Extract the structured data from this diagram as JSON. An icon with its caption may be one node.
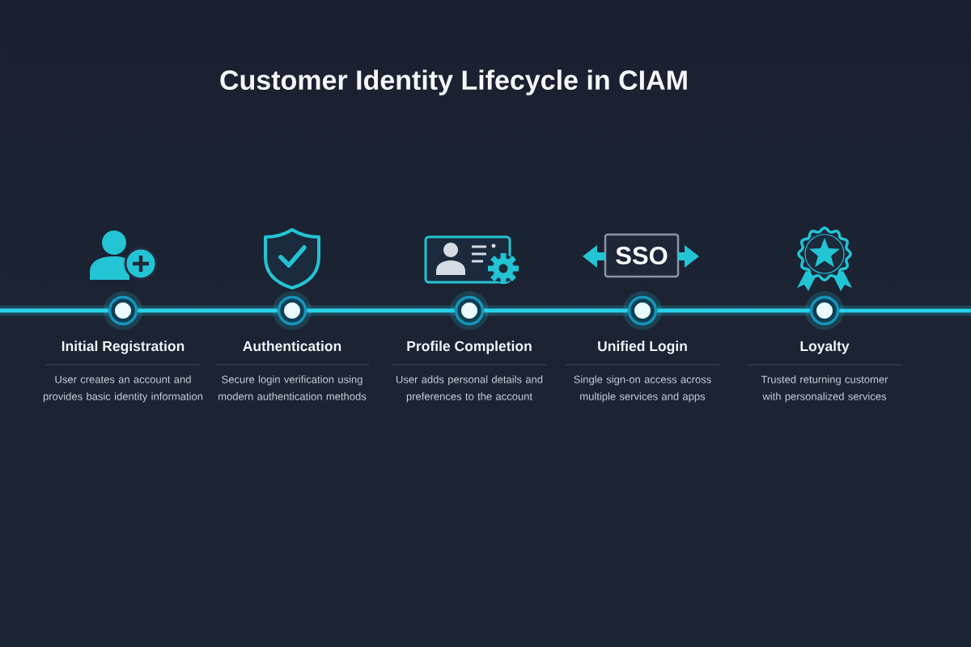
{
  "diagram": {
    "title": "Customer Identity Lifecycle in CIAM",
    "nodes": [
      {
        "text": [],
        "shape": "circle",
        "beside": [
          "Initial Registration",
          "User creates an account and provides basic identity information"
        ]
      },
      {
        "text": [],
        "shape": "circle",
        "beside": [
          "Authentication",
          "Secure login verification using modern authentication methods"
        ]
      },
      {
        "text": [],
        "shape": "circle",
        "beside": [
          "Profile Completion",
          "User adds personal details and preferences to the account"
        ]
      },
      {
        "text": [],
        "shape": "circle",
        "beside": [
          "Unified Login",
          "Single sign-on access across multiple services and apps"
        ]
      },
      {
        "text": [],
        "shape": "circle",
        "beside": [
          "Loyalty",
          "Trusted returning customer with personalized services"
        ]
      }
    ],
    "edges": [
      {
        "from": null,
        "to": 0,
        "arrow": "none"
      },
      {
        "from": 0,
        "to": 1,
        "arrow": "none"
      },
      {
        "from": 1,
        "to": 2,
        "arrow": "none"
      },
      {
        "from": 2,
        "to": 3,
        "arrow": "none"
      },
      {
        "from": 3,
        "to": 4,
        "arrow": "none"
      },
      {
        "from": 4,
        "to": null,
        "arrow": "none"
      }
    ],
    "labels": [
      "SSO"
    ]
  }
}
